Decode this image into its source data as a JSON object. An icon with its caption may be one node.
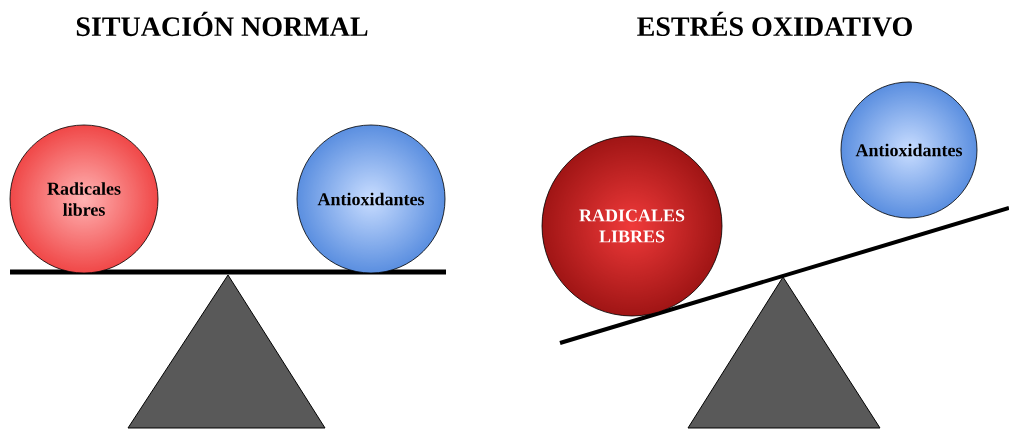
{
  "diagram": {
    "nodes": [
      {
        "text": [
          "Radicales libres"
        ]
      },
      {
        "text": [
          "Antioxidantes"
        ]
      },
      {
        "text": [
          "RADICALES LIBRES"
        ]
      },
      {
        "text": [
          "Antioxidantes"
        ]
      }
    ],
    "labels": [
      "SITUACIÓN NORMAL",
      "ESTRÉS OXIDATIVO"
    ]
  }
}
